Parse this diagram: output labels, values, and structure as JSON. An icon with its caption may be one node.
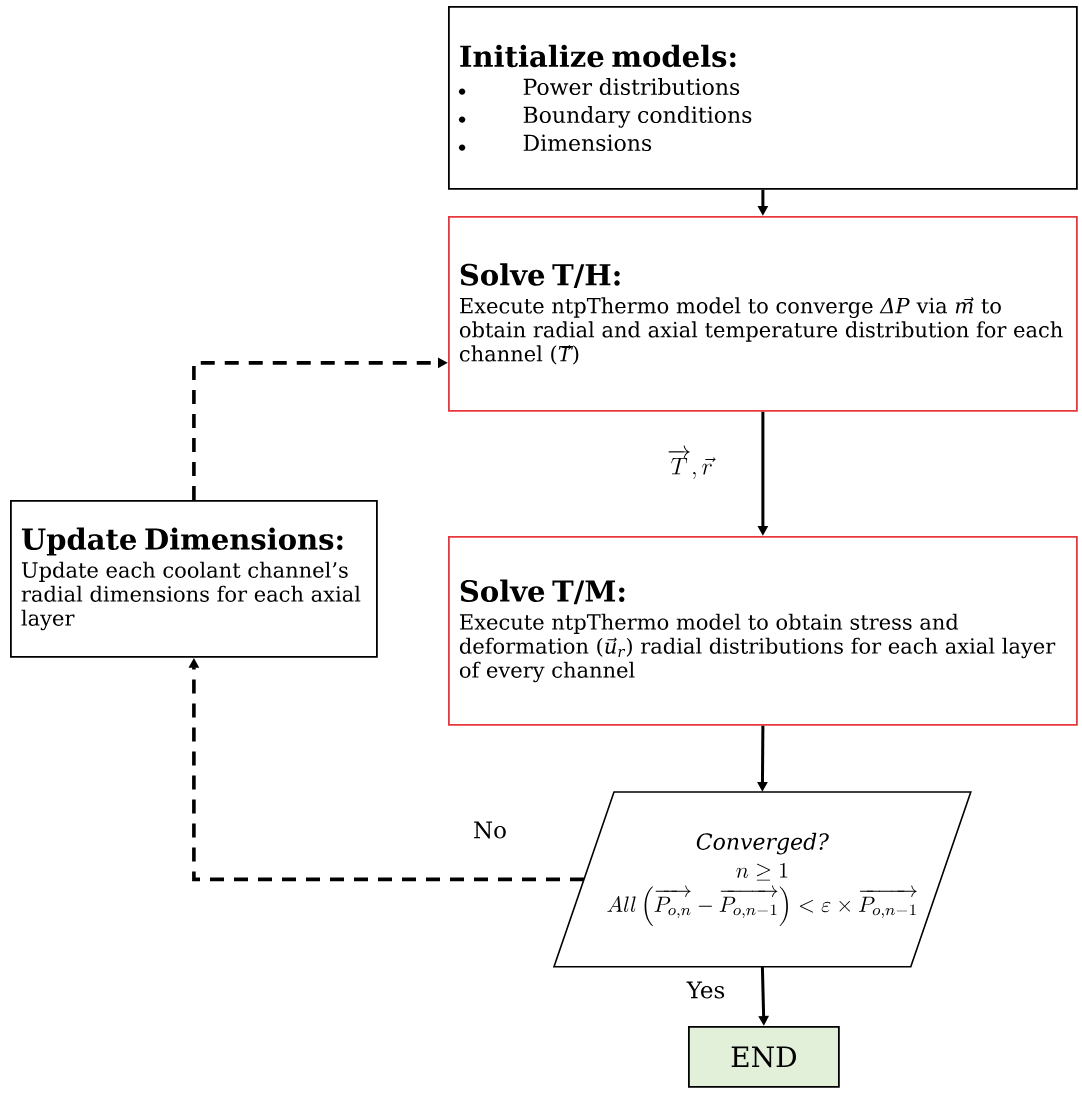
{
  "diagram": {
    "nodes": [
      {
        "text": [
          "Initialize models:",
          "Power distributions",
          "Boundary conditions",
          "Dimensions"
        ]
      },
      {
        "text": [
          "Solve T/H:",
          "Execute ntpThermo model to converge *ΔP* via *m⃗* to obtain radial and axial temperature distribution for each channel (*T⃗*)"
        ]
      },
      {
        "text": [
          "Update Dimensions:",
          "Update each coolant channel’s radial dimensions for each axial layer"
        ]
      },
      {
        "text": [
          "Solve T/M:",
          "Execute ntpThermo model to obtain stress and deformation (*u⃗$_{r}$*) radial distributions for each axial layer of every channel"
        ]
      },
      {
        "text": [
          "Converged?",
          "n\\geq 1",
          "All\\left(\\overrightarrow{P_{o,n}}-\\overrightarrow{P_{o,n-1}}\\right)<\\varepsilon\\times\\overrightarrow{P_{o,n-1}}"
        ]
      },
      {
        "text": [
          "END"
        ]
      }
    ],
    "edges": [
      {
        "from": 0,
        "to": 1,
        "arrow": "to"
      },
      {
        "from": 1,
        "to": 3,
        "arrow": "to",
        "label": "\\overrightarrow{T},\\vec{r}"
      },
      {
        "from": 3,
        "to": 4,
        "arrow": "to"
      },
      {
        "from": 4,
        "to": 2,
        "arrow": "to",
        "style": "dashed",
        "label": "No"
      },
      {
        "from": 2,
        "to": 1,
        "arrow": "to",
        "style": "dashed"
      },
      {
        "from": 4,
        "to": 5,
        "arrow": "to",
        "label": "Yes"
      }
    ]
  }
}
